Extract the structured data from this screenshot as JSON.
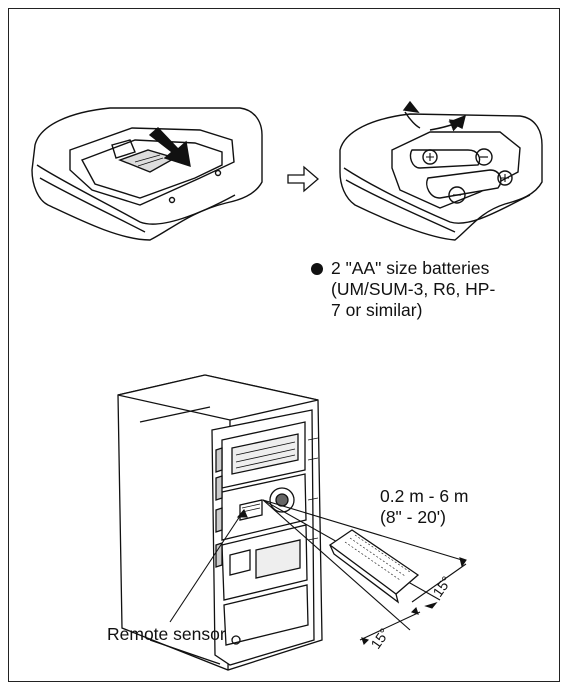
{
  "batteries": {
    "line1": "2 \"AA\" size batteries",
    "line2": "(UM/SUM-3, R6, HP-",
    "line3": "7 or similar)"
  },
  "range": {
    "line1": "0.2 m - 6 m",
    "line2": "(8\" - 20')"
  },
  "angles": {
    "upper": "15°",
    "lower": "15°"
  },
  "sensor_label": "Remote sensor"
}
